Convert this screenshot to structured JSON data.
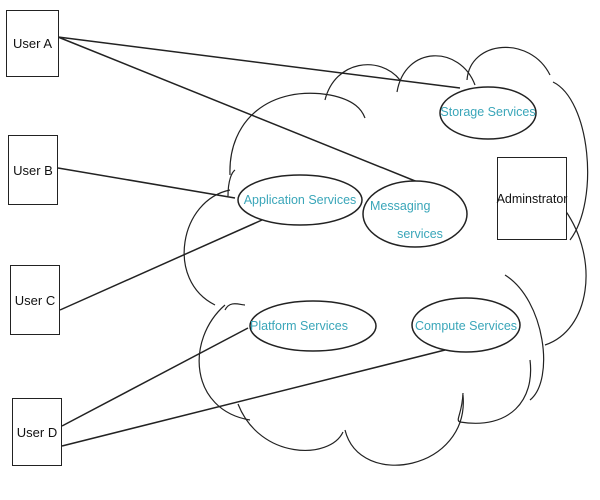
{
  "diagram": {
    "type": "cloud-architecture",
    "users": [
      {
        "id": "user-a",
        "label": "User A"
      },
      {
        "id": "user-b",
        "label": "User B"
      },
      {
        "id": "user-c",
        "label": "User C"
      },
      {
        "id": "user-d",
        "label": "User D"
      }
    ],
    "admin": {
      "label": "Adminstrator"
    },
    "services": [
      {
        "id": "storage",
        "label": "Storage Services"
      },
      {
        "id": "application",
        "label": "Application Services"
      },
      {
        "id": "messaging",
        "label_line1": "Messaging",
        "label_line2": "services"
      },
      {
        "id": "platform",
        "label": "Platform Services"
      },
      {
        "id": "compute",
        "label": "Compute Services"
      }
    ],
    "connections": [
      {
        "from": "User A",
        "to": "Storage Services"
      },
      {
        "from": "User A",
        "to": "Messaging services"
      },
      {
        "from": "User B",
        "to": "Application Services"
      },
      {
        "from": "User C",
        "to": "Application Services"
      },
      {
        "from": "User D",
        "to": "Platform Services"
      },
      {
        "from": "User D",
        "to": "Compute Services"
      }
    ],
    "colors": {
      "service_text": "#3aa6b9",
      "stroke": "#222222"
    }
  }
}
